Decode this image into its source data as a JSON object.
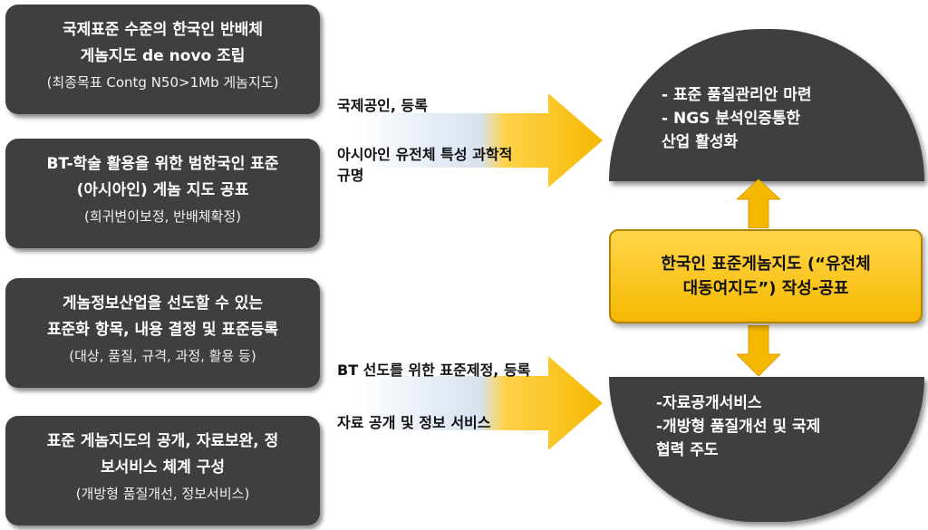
{
  "left_boxes": [
    {
      "title1": "국제표준 수준의 한국인 반배체",
      "title2": "게놈지도 de novo 조립",
      "sub": "(최종목표 Contg N50>1Mb 게놈지도)"
    },
    {
      "title1": "BT-학술 활용을 위한 범한국인 표준",
      "title2": "(아시아인) 게놈 지도 공표",
      "sub": "(희귀변이보정, 반배체확정)"
    },
    {
      "title1": "게놈정보산업을 선도할 수 있는",
      "title2": "표준화 항목, 내용 결정 및 표준등록",
      "sub": "(대상, 품질, 규격, 과정, 활용 등)"
    },
    {
      "title1": "표준 게놈지도의 공개, 자료보완, 정",
      "title2": "보서비스 체계 구성",
      "sub": "(개방형 품질개선, 정보서비스)"
    }
  ],
  "upper_arrow": {
    "label1": "국제공인, 등록",
    "label2": "아시아인 유전체 특성 과학적",
    "label3": "규명"
  },
  "lower_arrow": {
    "label1": "BT 선도를 위한 표준제정, 등록",
    "label2": "자료 공개 및 정보 서비스"
  },
  "center_box": {
    "line1": "한국인 표준게놈지도 (“유전체",
    "line2": "대동여지도”) 작성-공표"
  },
  "top_semicircle": {
    "line1": "- 표준 품질관리안 마련",
    "line2": "-   NGS 분석인증통한",
    "line3": "산업 활성화"
  },
  "bottom_semicircle": {
    "line1": "-자료공개서비스",
    "line2": "-개방형 품질개선 및 국제",
    "line3": "협력 주도"
  },
  "colors": {
    "box": "#3f3f3f",
    "accent": "#f5b800",
    "arrow_light": "#dde7f3"
  }
}
